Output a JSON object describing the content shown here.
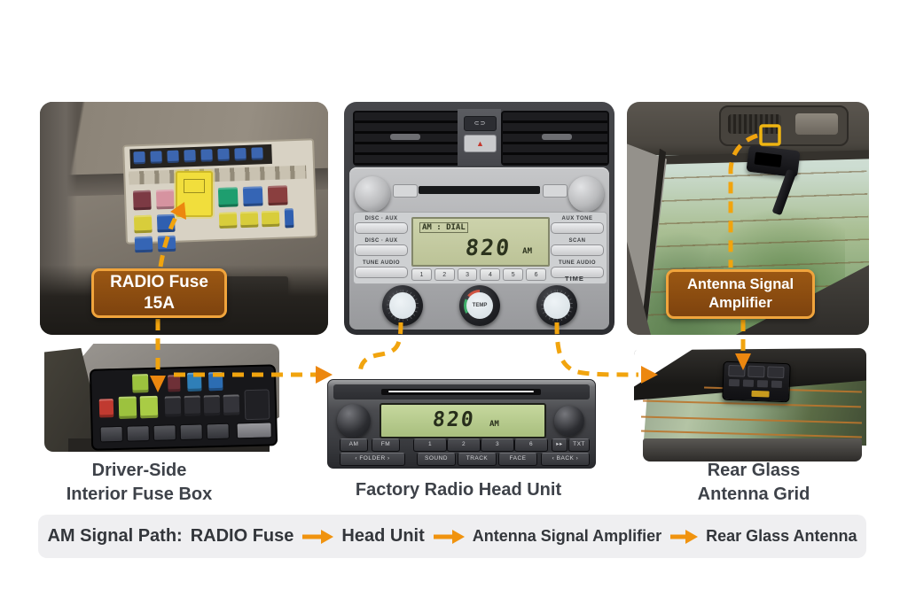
{
  "callouts": {
    "radio_fuse": {
      "line1": "RADIO Fuse",
      "line2": "15A"
    },
    "antenna_amp": {
      "line1": "Antenna Signal",
      "line2": "Amplifier"
    }
  },
  "captions": {
    "fuse_box_line1": "Driver-Side",
    "fuse_box_line2": "Interior Fuse Box",
    "head_unit": "Factory Radio Head Unit",
    "rear_glass_line1": "Rear Glass",
    "rear_glass_line2": "Antenna Grid"
  },
  "top_radio": {
    "display_mode": "AM : DIAL",
    "frequency": "820",
    "band": "AM",
    "left_buttons": [
      "DISC · AUX",
      "DISC · AUX",
      "TUNE  AUDIO"
    ],
    "right_buttons": [
      "AUX  TONE",
      "SCAN",
      "TUNE  AUDIO"
    ],
    "presets": [
      "1",
      "2",
      "3",
      "4",
      "5",
      "6"
    ],
    "time_label": "TIME",
    "temp_knob_label": "TEMP",
    "hazard_glyph": "▲"
  },
  "bottom_radio": {
    "frequency": "820",
    "band": "AM",
    "row1_buttons": [
      "AM",
      "FM",
      "1",
      "2",
      "3",
      "6",
      "▸▸",
      "TXT"
    ],
    "row2_buttons": [
      "‹ FOLDER ›",
      "SOUND",
      "TRACK",
      "FACE",
      "‹ BACK ›"
    ]
  },
  "signal_path": {
    "prefix": "AM Signal Path:",
    "steps": [
      "RADIO Fuse",
      "Head Unit",
      "Antenna Signal Amplifier",
      "Rear Glass Antenna"
    ]
  },
  "colors": {
    "arrow": "#F1A40E",
    "arrowhead": "#EC870F",
    "callout_bg": "#8C4D12",
    "callout_border": "#F0A43C",
    "caption_text": "#3E4249",
    "bar_bg": "#EFEFF1",
    "highlight_square": "#EFB512"
  }
}
